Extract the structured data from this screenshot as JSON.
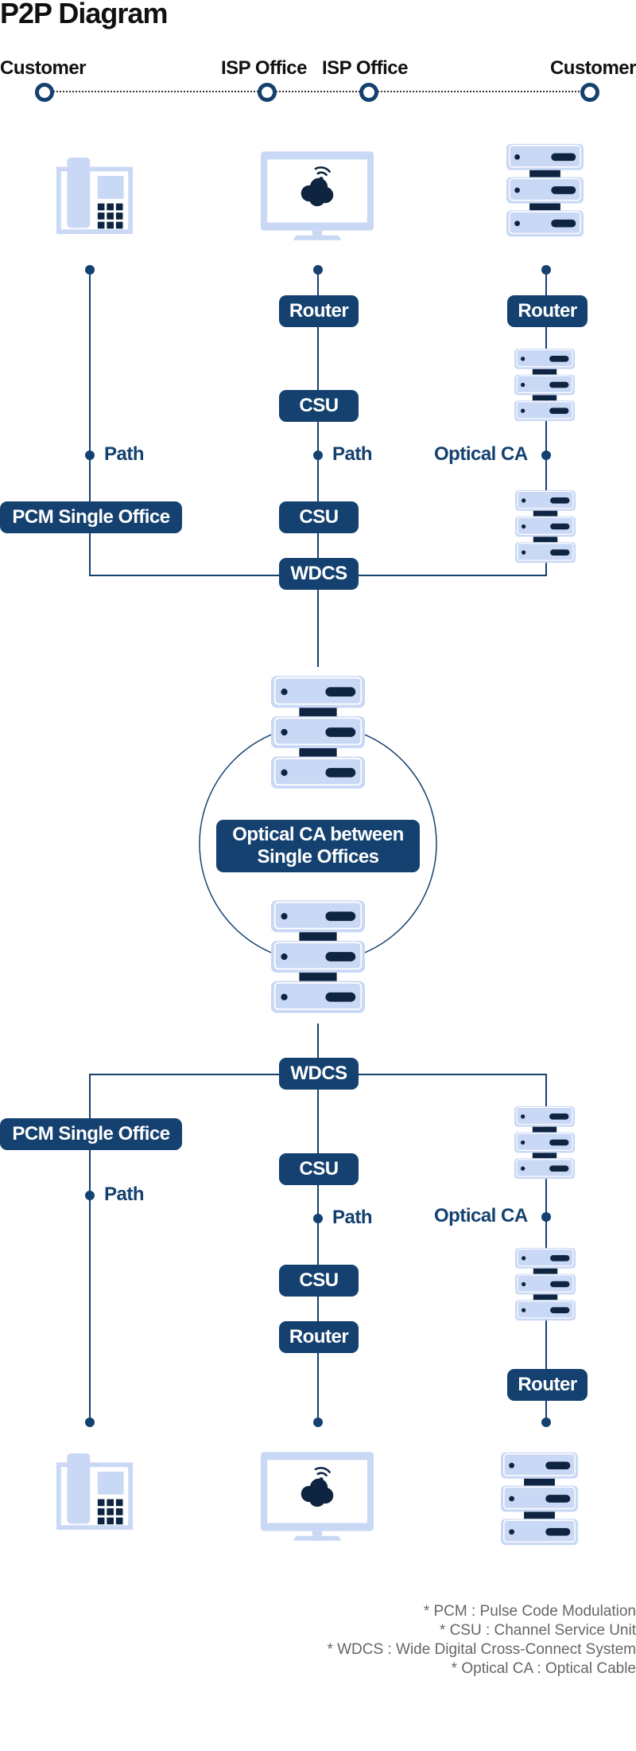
{
  "title": "P2P Diagram",
  "timeline": {
    "labels": [
      "Customer",
      "ISP Office",
      "ISP Office",
      "Customer"
    ]
  },
  "top": {
    "devices": [
      "phone-icon",
      "monitor-cloud-icon",
      "server-rack-icon"
    ],
    "left": {
      "path_label": "Path",
      "office_label": "PCM Single Office"
    },
    "center": {
      "router_label": "Router",
      "csu1_label": "CSU",
      "path_label": "Path",
      "csu2_label": "CSU"
    },
    "right": {
      "router_label": "Router",
      "optical_label": "Optical CA"
    },
    "wdcs_label": "WDCS"
  },
  "middle": {
    "circle_label_line1": "Optical CA between",
    "circle_label_line2": "Single Offices"
  },
  "bottom": {
    "wdcs_label": "WDCS",
    "left": {
      "office_label": "PCM Single Office",
      "path_label": "Path"
    },
    "center": {
      "csu1_label": "CSU",
      "path_label": "Path",
      "csu2_label": "CSU",
      "router_label": "Router"
    },
    "right": {
      "optical_label": "Optical CA",
      "router_label": "Router"
    },
    "devices": [
      "phone-icon",
      "monitor-cloud-icon",
      "server-rack-icon"
    ]
  },
  "footnotes": [
    "* PCM : Pulse Code Modulation",
    "* CSU : Channel Service Unit",
    "* WDCS : Wide Digital Cross-Connect System",
    "* Optical CA : Optical Cable"
  ],
  "colors": {
    "primary": "#14416f",
    "light": "#c9d8f5",
    "dark": "#0e2440"
  }
}
